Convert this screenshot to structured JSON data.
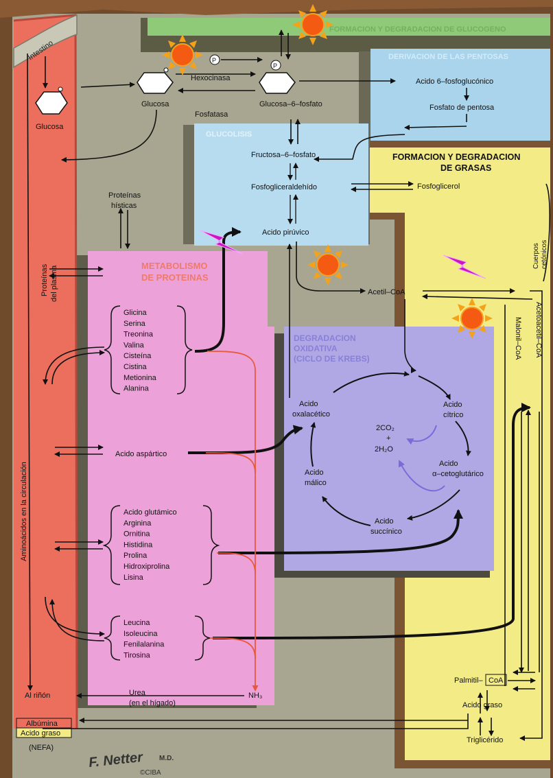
{
  "sections": {
    "glycogen": "FORMACION Y DEGRADACION DE GLUCOGENO",
    "pentoses": "DERIVACION DE LAS PENTOSAS",
    "glycolysis": "GLUCOLISIS",
    "fats_line1": "FORMACION Y DEGRADACION",
    "fats_line2": "DE GRASAS",
    "protein_line1": "METABOLISMO",
    "protein_line2": "DE PROTEINAS",
    "krebs_line1": "DEGRADACION",
    "krebs_line2": "OXIDATIVA",
    "krebs_line3": "(CICLO DE KREBS)"
  },
  "labels": {
    "intestino": "Intestino",
    "glucosa_left": "Glucosa",
    "glucosa": "Glucosa",
    "hexocinasa": "Hexocinasa",
    "fosfatasa": "Fosfatasa",
    "g6p": "Glucosa–6–fosfato",
    "phosphate": "P",
    "gluconic": "Acido 6–fosfoglucónico",
    "pentose_phosphate": "Fosfato de pentosa",
    "f6p": "Fructosa–6–fosfato",
    "fosfogliceraldehido": "Fosfogliceraldehído",
    "fosfoglicerol": "Fosfoglicerol",
    "piruvico": "Acido pirúvico",
    "proteinas_histicas_1": "Proteínas",
    "proteinas_histicas_2": "hísticas",
    "proteinas_plasma_1": "Proteínas",
    "proteinas_plasma_2": "del plasma",
    "aminoacidos": "Aminoácidos en la circulación",
    "acetil_coa": "Acetil–CoA",
    "cuerpos_1": "Cuerpos",
    "cuerpos_2": "cetónicos",
    "malonil": "Malonil–CoA",
    "acetoacetil": "Acetoacetil–CoA",
    "oxalacetico_1": "Acido",
    "oxalacetico_2": "oxalacético",
    "citrico_1": "Acido",
    "citrico_2": "cítrico",
    "co2": "2CO₂",
    "plus": "+",
    "h2o": "2H₂O",
    "cetoglutarico_1": "Acido",
    "cetoglutarico_2": "α–cetoglutárico",
    "malico_1": "Acido",
    "malico_2": "málico",
    "succinico_1": "Acido",
    "succinico_2": "succínico",
    "aspartico": "Acido aspártico",
    "al_rinon": "Al riñón",
    "urea_1": "Urea",
    "urea_2": "(en el hígado)",
    "nh3": "NH₃",
    "palmitil": "Palmitil–",
    "coa": "CoA",
    "acido_graso": "Acido graso",
    "trigliceridos": "Triglicérido",
    "albumina": "Albúmina",
    "acido_graso_box": "Acido graso",
    "nefa": "(NEFA)",
    "signature_1": "F. Netter",
    "signature_2": "M.D.",
    "copyright": "©CIBA"
  },
  "amino_groups": [
    [
      "Glicina",
      "Serina",
      "Treonina",
      "Valina",
      "Cisteína",
      "Cistina",
      "Metionina",
      "Alanina"
    ],
    [
      "Acido glutámico",
      "Arginina",
      "Ornitina",
      "Histidina",
      "Prolina",
      "Hidroxiprolina",
      "Lisina"
    ],
    [
      "Leucina",
      "Isoleucina",
      "Fenilalanina",
      "Tirosina"
    ]
  ],
  "colors": {
    "frame": "#6f4a2b",
    "background": "#a8a690",
    "vessel": "#ec6f5e",
    "glycogen_band": "#8fca78",
    "pentose_box": "#a9d4ec",
    "glycolysis_box": "#b7dcf0",
    "fat_box": "#f3ec86",
    "protein_box": "#eca2d9",
    "krebs_box": "#b0a8e4",
    "brown_band": "#7a5433",
    "arrow": "#111111",
    "red_line": "#e8583b",
    "section_title": "#f07a6a",
    "sun": "#f45a12",
    "lightning": "#cc14c2"
  }
}
